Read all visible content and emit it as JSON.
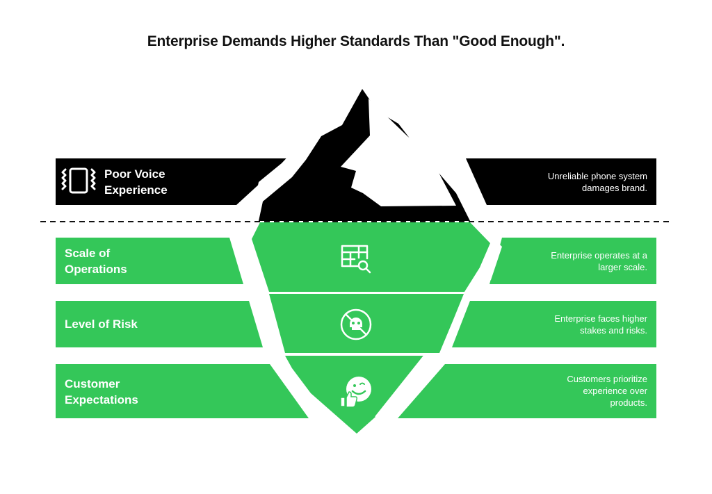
{
  "title": "Enterprise Demands Higher Standards Than \"Good Enough\".",
  "colors": {
    "above": "#000000",
    "below": "#34c759",
    "background": "#ffffff",
    "text_light": "#ffffff"
  },
  "above_water": {
    "label_lines": [
      "Poor Voice",
      "Experience"
    ],
    "icon": "vibrating-phone-icon",
    "description_lines": [
      "Unreliable phone system",
      "damages brand."
    ]
  },
  "below_water": [
    {
      "label_lines": [
        "Scale of",
        "Operations"
      ],
      "icon": "table-search-icon",
      "description_lines": [
        "Enterprise operates at a",
        "larger scale."
      ]
    },
    {
      "label_lines": [
        "Level of Risk"
      ],
      "icon": "skull-prohibited-icon",
      "description_lines": [
        "Enterprise faces higher",
        "stakes and risks."
      ]
    },
    {
      "label_lines": [
        "Customer",
        "Expectations"
      ],
      "icon": "smiley-thumbs-up-icon",
      "description_lines": [
        "Customers prioritize",
        "experience over",
        "products."
      ]
    }
  ]
}
